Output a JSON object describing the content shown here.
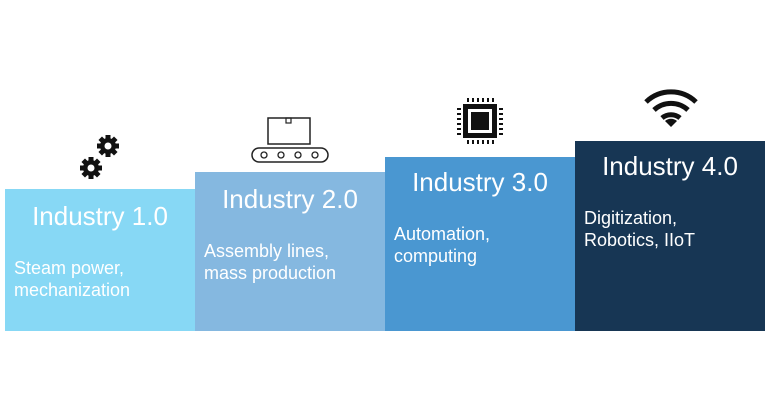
{
  "stages": [
    {
      "title": "Industry 1.0",
      "description": "Steam power,\nmechanization",
      "icon": "gears-icon",
      "color": "#87D8F5"
    },
    {
      "title": "Industry 2.0",
      "description": "Assembly lines,\nmass production",
      "icon": "conveyor-belt-icon",
      "color": "#85B8E0"
    },
    {
      "title": "Industry 3.0",
      "description": "Automation,\ncomputing",
      "icon": "microchip-icon",
      "color": "#4A97D1"
    },
    {
      "title": "Industry 4.0",
      "description": "Digitization,\nRobotics, IIoT",
      "icon": "wifi-icon",
      "color": "#173654"
    }
  ]
}
